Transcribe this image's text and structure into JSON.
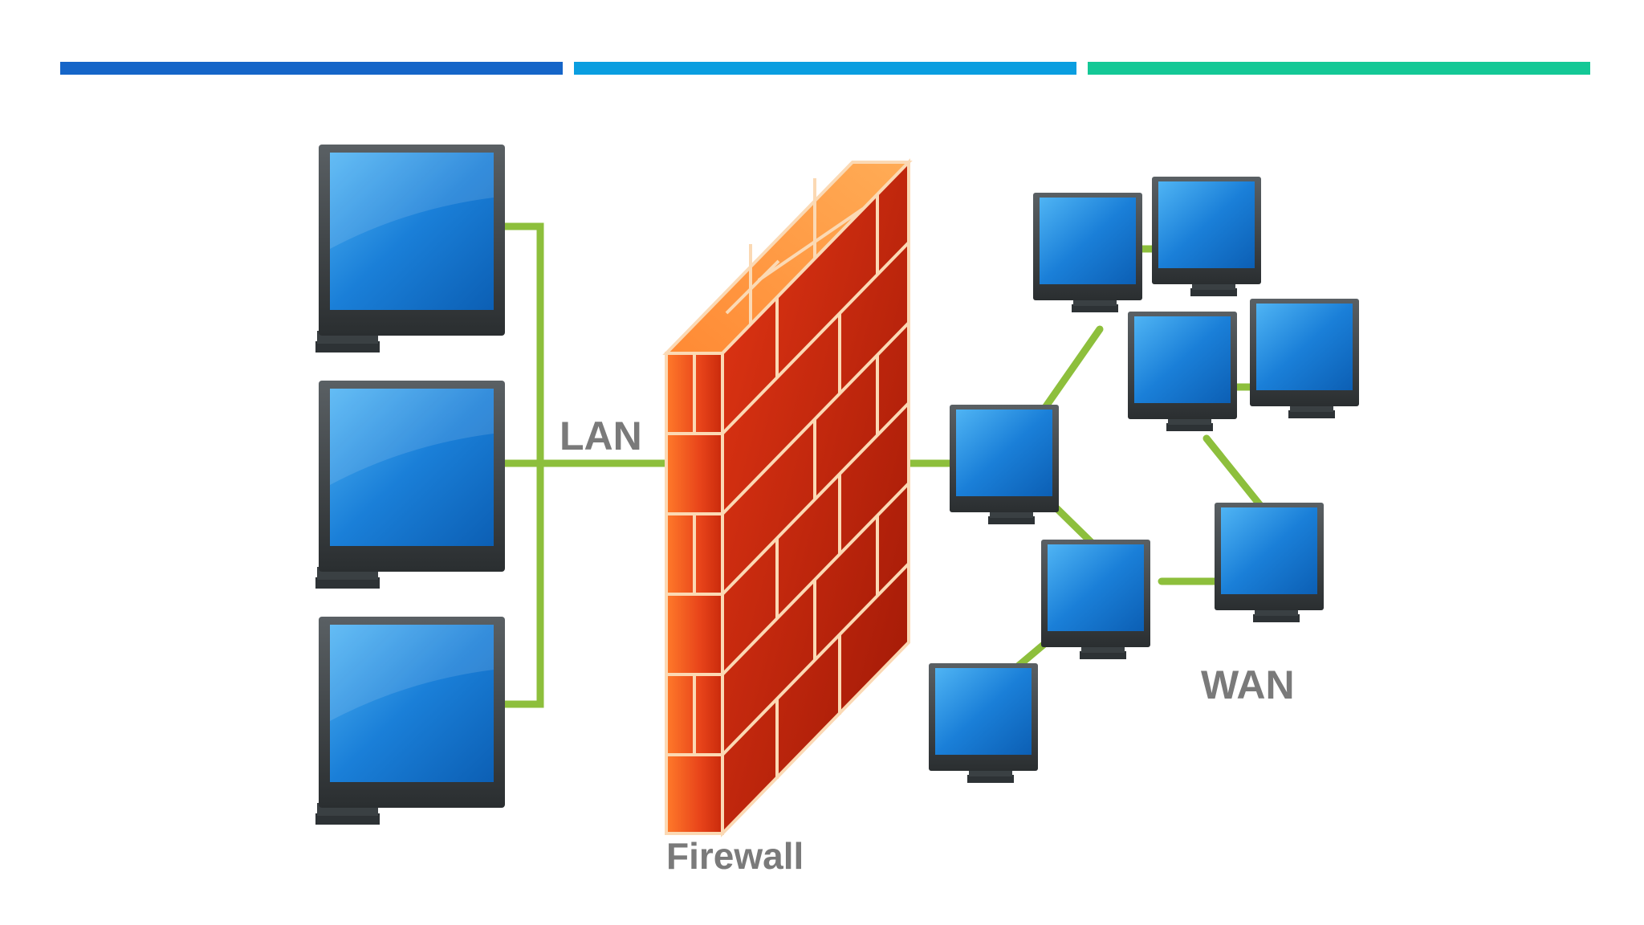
{
  "colors": {
    "bar_1": "#1565c8",
    "bar_2": "#0a9ee0",
    "bar_3": "#14c896",
    "cable": "#8dbf3c",
    "screen": "#1a7fd8",
    "monitor_frame": "#3d4346",
    "brick": "#e83a12",
    "mortar": "#fbd9b4",
    "label": "#7a7a7a"
  },
  "diagram": {
    "lan_label": "LAN",
    "firewall_label": "Firewall",
    "wan_label": "WAN",
    "lan_computer_count": 3,
    "wan_computer_count": 8
  }
}
